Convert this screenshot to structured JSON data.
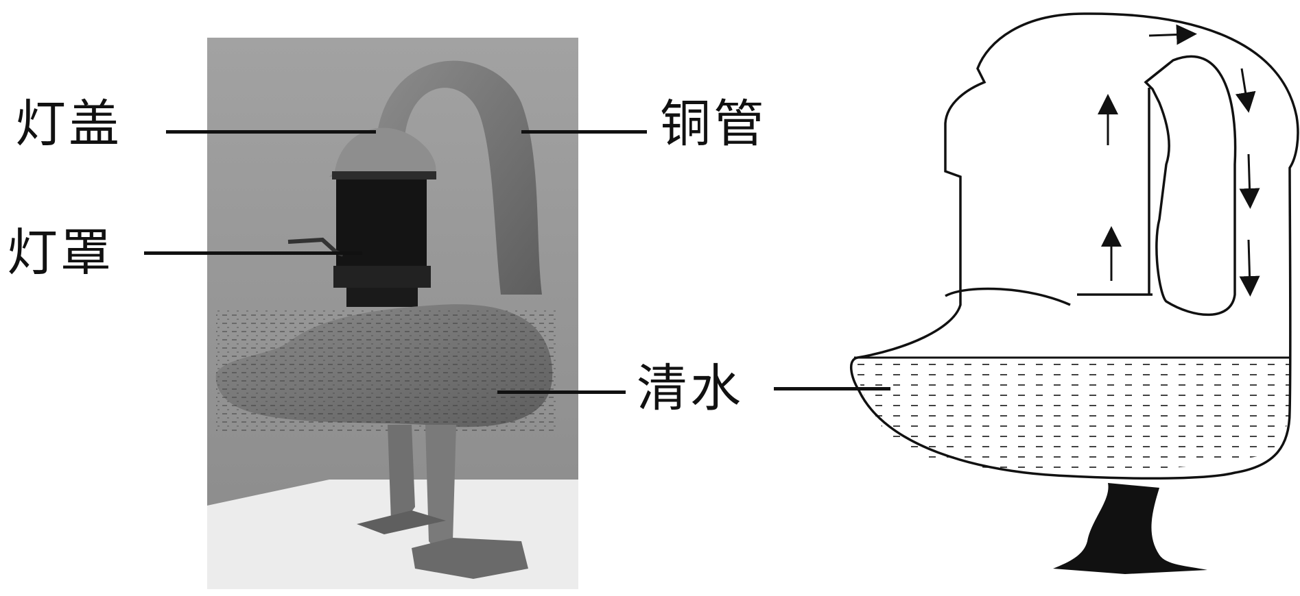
{
  "labels": {
    "lamp_cover": "灯盖",
    "lamp_shade": "灯罩",
    "copper_tube": "铜管",
    "clear_water": "清水"
  },
  "colors": {
    "ink": "#111111",
    "photo_background": "#9a9a9a",
    "photo_floor": "#ececec",
    "bronze_body": "#6e6e6e",
    "shade": "#141414"
  },
  "diagram": {
    "arrows": [
      "arrow-up",
      "arrow-up",
      "arrow-right",
      "arrow-down",
      "arrow-down",
      "arrow-down"
    ]
  }
}
